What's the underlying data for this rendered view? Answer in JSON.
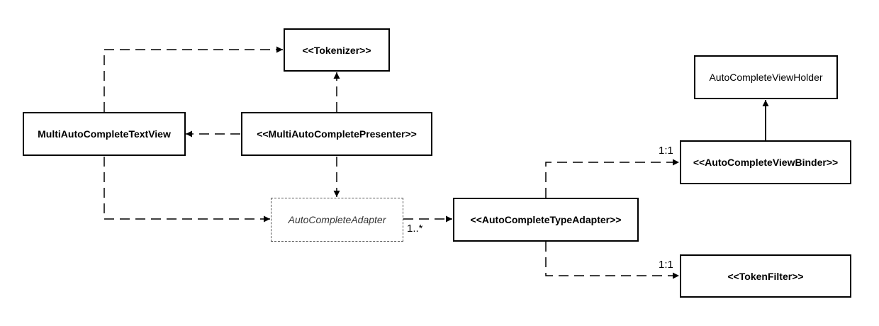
{
  "nodes": {
    "tokenizer": "<<Tokenizer>>",
    "multi_auto_complete_text_view": "MultiAutoCompleteTextView",
    "multi_auto_complete_presenter": "<<MultiAutoCompletePresenter>>",
    "auto_complete_adapter": "AutoCompleteAdapter",
    "auto_complete_type_adapter": "<<AutoCompleteTypeAdapter>>",
    "auto_complete_view_holder": "AutoCompleteViewHolder",
    "auto_complete_view_binder": "<<AutoCompleteViewBinder>>",
    "token_filter": "<<TokenFilter>>"
  },
  "multiplicities": {
    "adapter_to_type_adapter": "1..*",
    "type_adapter_to_view_binder": "1:1",
    "type_adapter_to_token_filter": "1:1"
  },
  "colors": {
    "line": "#000000",
    "abstract_border": "#555555"
  }
}
